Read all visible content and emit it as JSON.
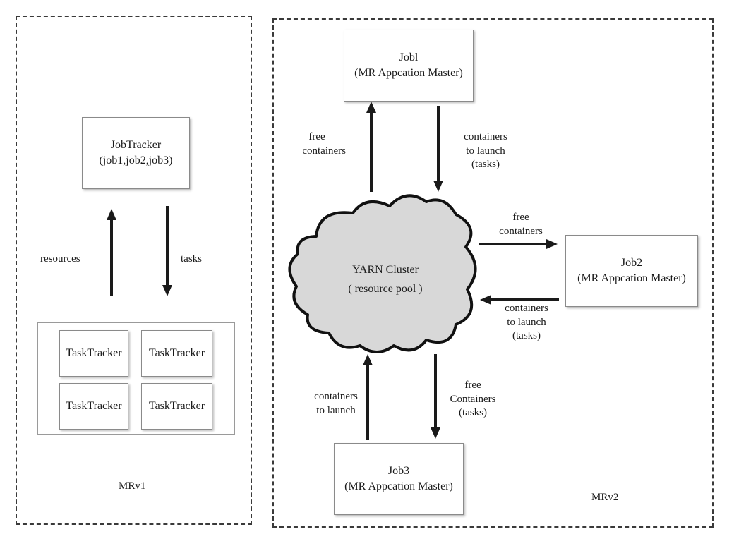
{
  "mrv1": {
    "panel_label": "MRv1",
    "jobtracker": {
      "line1": "JobTracker",
      "line2": "(job1,job2,job3)"
    },
    "resources_label": "resources",
    "tasks_label": "tasks",
    "tasktrackers": [
      "TaskTracker",
      "TaskTracker",
      "TaskTracker",
      "TaskTracker"
    ]
  },
  "mrv2": {
    "panel_label": "MRv2",
    "cluster": {
      "line1": "YARN Cluster",
      "line2": "( resource pool )"
    },
    "job1": {
      "line1": "Jobl",
      "line2": "(MR Appcation Master)"
    },
    "job2": {
      "line1": "Job2",
      "line2": "(MR Appcation Master)"
    },
    "job3": {
      "line1": "Job3",
      "line2": "(MR Appcation Master)"
    },
    "job1_up": {
      "line1": "free",
      "line2": "containers"
    },
    "job1_down": {
      "line1": "containers",
      "line2": "to launch",
      "line3": "(tasks)"
    },
    "job2_right": {
      "line1": "free",
      "line2": "containers"
    },
    "job2_left": {
      "line1": "containers",
      "line2": "to launch",
      "line3": "(tasks)"
    },
    "job3_up": {
      "line1": "containers",
      "line2": "to launch"
    },
    "job3_down": {
      "line1": "free",
      "line2": "Containers",
      "line3": "(tasks)"
    }
  },
  "colors": {
    "cloud_fill": "#d8d8d8",
    "line": "#1a1a1a",
    "dash": "#3a3a3a"
  }
}
